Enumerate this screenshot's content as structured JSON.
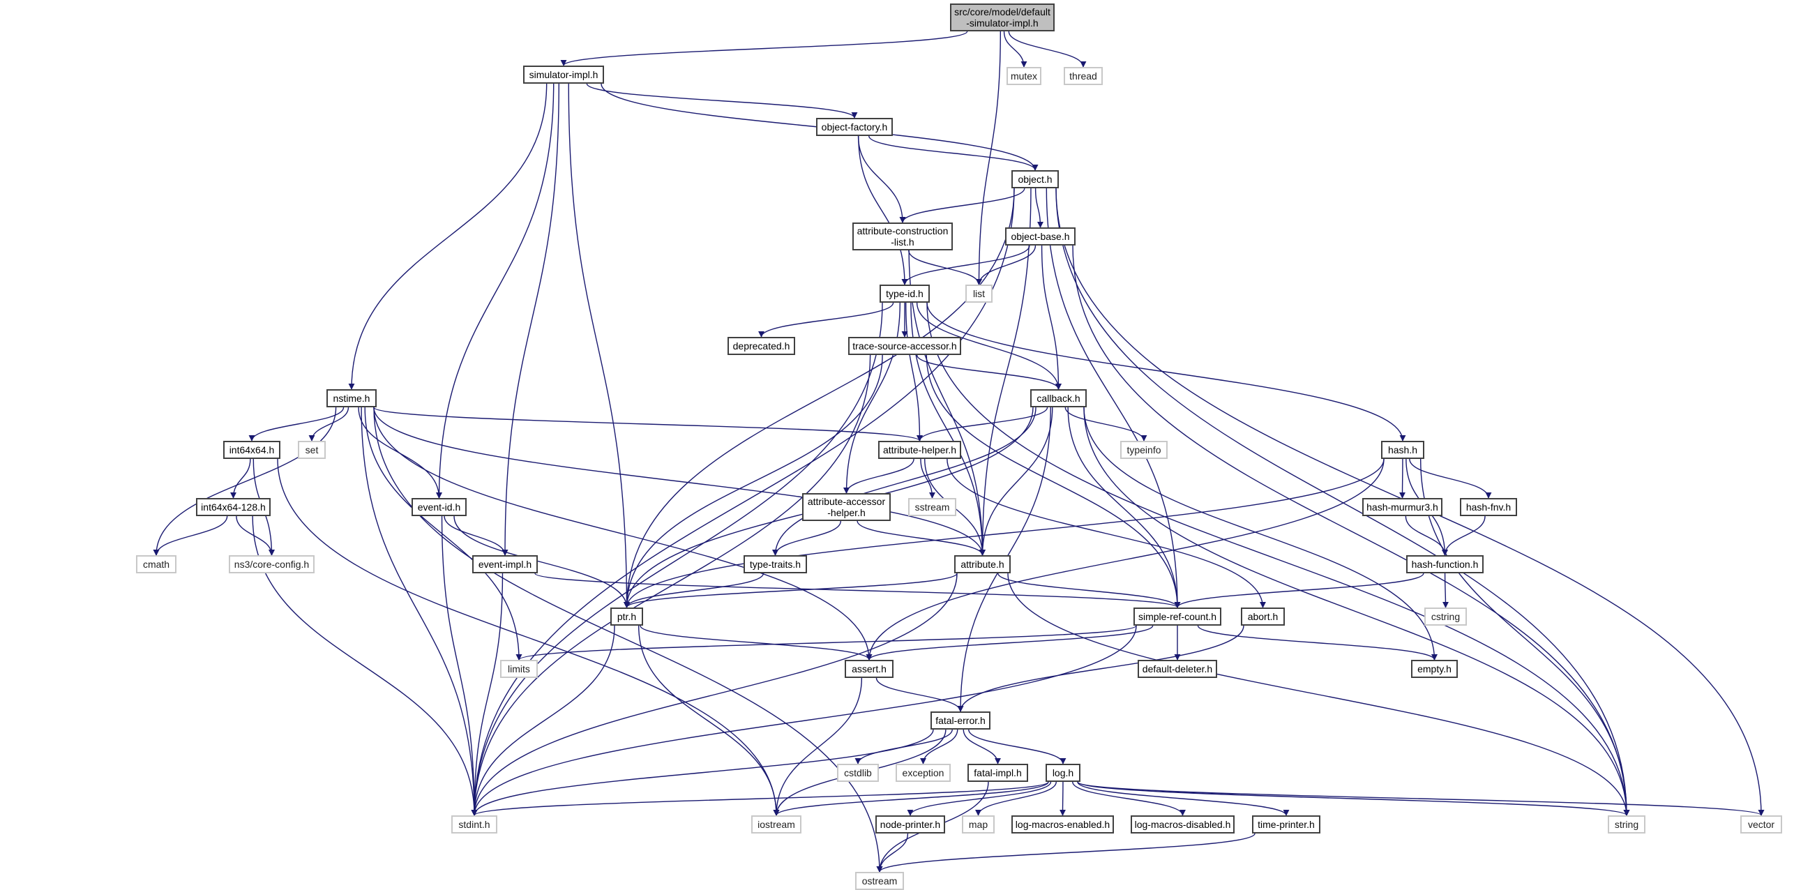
{
  "title": "Include dependency graph for default-simulator-impl.h",
  "edge_color": "#191970",
  "root_fill": "#bfbfbf",
  "nodes": [
    {
      "id": "root",
      "label": "src/core/model/default\n-simulator-impl.h",
      "kind": "root"
    },
    {
      "id": "simulator-impl",
      "label": "simulator-impl.h",
      "kind": "internal"
    },
    {
      "id": "mutex",
      "label": "mutex",
      "kind": "external"
    },
    {
      "id": "thread",
      "label": "thread",
      "kind": "external"
    },
    {
      "id": "object-factory",
      "label": "object-factory.h",
      "kind": "internal"
    },
    {
      "id": "object",
      "label": "object.h",
      "kind": "internal"
    },
    {
      "id": "attribute-construction-list",
      "label": "attribute-construction\n-list.h",
      "kind": "internal"
    },
    {
      "id": "object-base",
      "label": "object-base.h",
      "kind": "internal"
    },
    {
      "id": "type-id",
      "label": "type-id.h",
      "kind": "internal"
    },
    {
      "id": "list",
      "label": "list",
      "kind": "external"
    },
    {
      "id": "deprecated",
      "label": "deprecated.h",
      "kind": "internal"
    },
    {
      "id": "trace-source-accessor",
      "label": "trace-source-accessor.h",
      "kind": "internal"
    },
    {
      "id": "nstime",
      "label": "nstime.h",
      "kind": "internal"
    },
    {
      "id": "callback",
      "label": "callback.h",
      "kind": "internal"
    },
    {
      "id": "int64x64",
      "label": "int64x64.h",
      "kind": "internal"
    },
    {
      "id": "set",
      "label": "set",
      "kind": "external"
    },
    {
      "id": "attribute-helper",
      "label": "attribute-helper.h",
      "kind": "internal"
    },
    {
      "id": "typeinfo",
      "label": "typeinfo",
      "kind": "external"
    },
    {
      "id": "hash",
      "label": "hash.h",
      "kind": "internal"
    },
    {
      "id": "int64x64-128",
      "label": "int64x64-128.h",
      "kind": "internal"
    },
    {
      "id": "event-id",
      "label": "event-id.h",
      "kind": "internal"
    },
    {
      "id": "attribute-accessor-helper",
      "label": "attribute-accessor\n-helper.h",
      "kind": "internal"
    },
    {
      "id": "sstream",
      "label": "sstream",
      "kind": "external"
    },
    {
      "id": "hash-murmur3",
      "label": "hash-murmur3.h",
      "kind": "internal"
    },
    {
      "id": "hash-fnv",
      "label": "hash-fnv.h",
      "kind": "internal"
    },
    {
      "id": "cmath",
      "label": "cmath",
      "kind": "external"
    },
    {
      "id": "core-config",
      "label": "ns3/core-config.h",
      "kind": "external"
    },
    {
      "id": "event-impl",
      "label": "event-impl.h",
      "kind": "internal"
    },
    {
      "id": "type-traits",
      "label": "type-traits.h",
      "kind": "internal"
    },
    {
      "id": "attribute",
      "label": "attribute.h",
      "kind": "internal"
    },
    {
      "id": "hash-function",
      "label": "hash-function.h",
      "kind": "internal"
    },
    {
      "id": "ptr",
      "label": "ptr.h",
      "kind": "internal"
    },
    {
      "id": "simple-ref-count",
      "label": "simple-ref-count.h",
      "kind": "internal"
    },
    {
      "id": "abort",
      "label": "abort.h",
      "kind": "internal"
    },
    {
      "id": "cstring",
      "label": "cstring",
      "kind": "external"
    },
    {
      "id": "limits",
      "label": "limits",
      "kind": "external"
    },
    {
      "id": "assert",
      "label": "assert.h",
      "kind": "internal"
    },
    {
      "id": "default-deleter",
      "label": "default-deleter.h",
      "kind": "internal"
    },
    {
      "id": "empty",
      "label": "empty.h",
      "kind": "internal"
    },
    {
      "id": "fatal-error",
      "label": "fatal-error.h",
      "kind": "internal"
    },
    {
      "id": "cstdlib",
      "label": "cstdlib",
      "kind": "external"
    },
    {
      "id": "exception",
      "label": "exception",
      "kind": "external"
    },
    {
      "id": "fatal-impl",
      "label": "fatal-impl.h",
      "kind": "internal"
    },
    {
      "id": "log",
      "label": "log.h",
      "kind": "internal"
    },
    {
      "id": "stdint",
      "label": "stdint.h",
      "kind": "external"
    },
    {
      "id": "iostream",
      "label": "iostream",
      "kind": "external"
    },
    {
      "id": "node-printer",
      "label": "node-printer.h",
      "kind": "internal"
    },
    {
      "id": "map",
      "label": "map",
      "kind": "external"
    },
    {
      "id": "log-macros-enabled",
      "label": "log-macros-enabled.h",
      "kind": "internal"
    },
    {
      "id": "log-macros-disabled",
      "label": "log-macros-disabled.h",
      "kind": "internal"
    },
    {
      "id": "time-printer",
      "label": "time-printer.h",
      "kind": "internal"
    },
    {
      "id": "string",
      "label": "string",
      "kind": "external"
    },
    {
      "id": "vector",
      "label": "vector",
      "kind": "external"
    },
    {
      "id": "ostream",
      "label": "ostream",
      "kind": "external"
    }
  ],
  "edges": [
    [
      "root",
      "simulator-impl"
    ],
    [
      "root",
      "mutex"
    ],
    [
      "root",
      "thread"
    ],
    [
      "root",
      "list"
    ],
    [
      "simulator-impl",
      "object-factory"
    ],
    [
      "simulator-impl",
      "object"
    ],
    [
      "simulator-impl",
      "nstime"
    ],
    [
      "simulator-impl",
      "event-id"
    ],
    [
      "simulator-impl",
      "event-impl"
    ],
    [
      "simulator-impl",
      "ptr"
    ],
    [
      "object-factory",
      "object"
    ],
    [
      "object-factory",
      "attribute-construction-list"
    ],
    [
      "object-factory",
      "type-id"
    ],
    [
      "object",
      "attribute-construction-list"
    ],
    [
      "object",
      "object-base"
    ],
    [
      "object",
      "ptr"
    ],
    [
      "object",
      "stdint"
    ],
    [
      "object",
      "attribute"
    ],
    [
      "object",
      "simple-ref-count"
    ],
    [
      "object",
      "string"
    ],
    [
      "object",
      "vector"
    ],
    [
      "attribute-construction-list",
      "list"
    ],
    [
      "attribute-construction-list",
      "attribute"
    ],
    [
      "object-base",
      "list"
    ],
    [
      "object-base",
      "type-id"
    ],
    [
      "object-base",
      "callback"
    ],
    [
      "object-base",
      "string"
    ],
    [
      "type-id",
      "deprecated"
    ],
    [
      "type-id",
      "trace-source-accessor"
    ],
    [
      "type-id",
      "callback"
    ],
    [
      "type-id",
      "attribute-helper"
    ],
    [
      "type-id",
      "attribute-accessor-helper"
    ],
    [
      "type-id",
      "attribute"
    ],
    [
      "type-id",
      "hash"
    ],
    [
      "type-id",
      "stdint"
    ],
    [
      "type-id",
      "string"
    ],
    [
      "trace-source-accessor",
      "callback"
    ],
    [
      "trace-source-accessor",
      "ptr"
    ],
    [
      "trace-source-accessor",
      "simple-ref-count"
    ],
    [
      "trace-source-accessor",
      "stdint"
    ],
    [
      "nstime",
      "int64x64"
    ],
    [
      "nstime",
      "set"
    ],
    [
      "nstime",
      "event-id"
    ],
    [
      "nstime",
      "attribute-helper"
    ],
    [
      "nstime",
      "attribute"
    ],
    [
      "nstime",
      "assert"
    ],
    [
      "nstime",
      "limits"
    ],
    [
      "nstime",
      "cmath"
    ],
    [
      "nstime",
      "stdint"
    ],
    [
      "nstime",
      "ostream"
    ],
    [
      "int64x64",
      "int64x64-128"
    ],
    [
      "int64x64",
      "core-config"
    ],
    [
      "int64x64",
      "iostream"
    ],
    [
      "int64x64-128",
      "cmath"
    ],
    [
      "int64x64-128",
      "core-config"
    ],
    [
      "int64x64-128",
      "stdint"
    ],
    [
      "callback",
      "attribute-helper"
    ],
    [
      "callback",
      "attribute"
    ],
    [
      "callback",
      "ptr"
    ],
    [
      "callback",
      "simple-ref-count"
    ],
    [
      "callback",
      "typeinfo"
    ],
    [
      "callback",
      "type-traits"
    ],
    [
      "callback",
      "fatal-error"
    ],
    [
      "callback",
      "empty"
    ],
    [
      "callback",
      "string"
    ],
    [
      "attribute-helper",
      "attribute-accessor-helper"
    ],
    [
      "attribute-helper",
      "sstream"
    ],
    [
      "attribute-helper",
      "attribute"
    ],
    [
      "attribute-helper",
      "abort"
    ],
    [
      "attribute-accessor-helper",
      "type-traits"
    ],
    [
      "attribute-accessor-helper",
      "attribute"
    ],
    [
      "hash",
      "hash-murmur3"
    ],
    [
      "hash",
      "hash-fnv"
    ],
    [
      "hash",
      "hash-function"
    ],
    [
      "hash",
      "assert"
    ],
    [
      "hash",
      "ptr"
    ],
    [
      "hash",
      "string"
    ],
    [
      "hash-murmur3",
      "hash-function"
    ],
    [
      "hash-fnv",
      "hash-function"
    ],
    [
      "hash-function",
      "simple-ref-count"
    ],
    [
      "hash-function",
      "cstring"
    ],
    [
      "event-id",
      "event-impl"
    ],
    [
      "event-id",
      "ptr"
    ],
    [
      "event-id",
      "stdint"
    ],
    [
      "event-impl",
      "simple-ref-count"
    ],
    [
      "event-impl",
      "stdint"
    ],
    [
      "type-traits",
      "ptr"
    ],
    [
      "attribute",
      "ptr"
    ],
    [
      "attribute",
      "simple-ref-count"
    ],
    [
      "attribute",
      "stdint"
    ],
    [
      "attribute",
      "string"
    ],
    [
      "ptr",
      "assert"
    ],
    [
      "ptr",
      "stdint"
    ],
    [
      "ptr",
      "iostream"
    ],
    [
      "simple-ref-count",
      "default-deleter"
    ],
    [
      "simple-ref-count",
      "assert"
    ],
    [
      "simple-ref-count",
      "empty"
    ],
    [
      "simple-ref-count",
      "limits"
    ],
    [
      "simple-ref-count",
      "stdint"
    ],
    [
      "abort",
      "fatal-error"
    ],
    [
      "assert",
      "fatal-error"
    ],
    [
      "assert",
      "iostream"
    ],
    [
      "fatal-error",
      "cstdlib"
    ],
    [
      "fatal-error",
      "exception"
    ],
    [
      "fatal-error",
      "fatal-impl"
    ],
    [
      "fatal-error",
      "log"
    ],
    [
      "fatal-error",
      "iostream"
    ],
    [
      "fatal-error",
      "stdint"
    ],
    [
      "fatal-impl",
      "ostream"
    ],
    [
      "log",
      "stdint"
    ],
    [
      "log",
      "iostream"
    ],
    [
      "log",
      "node-printer"
    ],
    [
      "log",
      "map"
    ],
    [
      "log",
      "log-macros-enabled"
    ],
    [
      "log",
      "log-macros-disabled"
    ],
    [
      "log",
      "time-printer"
    ],
    [
      "log",
      "string"
    ],
    [
      "log",
      "vector"
    ],
    [
      "node-printer",
      "ostream"
    ],
    [
      "time-printer",
      "ostream"
    ]
  ]
}
